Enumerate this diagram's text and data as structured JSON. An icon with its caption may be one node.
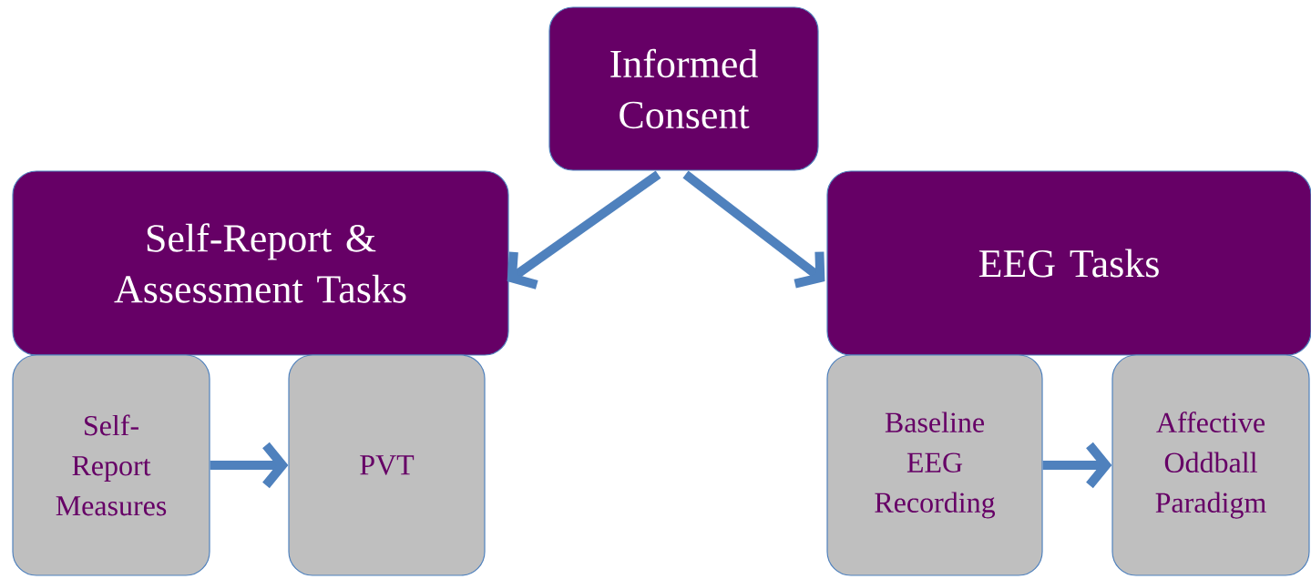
{
  "diagram": {
    "nodes": [
      {
        "text": [
          "Informed Consent"
        ]
      },
      {
        "text": [
          "Self-Report & Assessment Tasks"
        ]
      },
      {
        "text": [
          "EEG Tasks"
        ]
      },
      {
        "text": [
          "Self-Report Measures"
        ]
      },
      {
        "text": [
          "PVT"
        ]
      },
      {
        "text": [
          "Baseline EEG Recording"
        ]
      },
      {
        "text": [
          "Affective Oddball Paradigm"
        ]
      }
    ],
    "edges": [
      {
        "from": 0,
        "to": 1,
        "arrow": "to"
      },
      {
        "from": 0,
        "to": 2,
        "arrow": "to"
      },
      {
        "from": 3,
        "to": 4,
        "arrow": "to"
      },
      {
        "from": 5,
        "to": 6,
        "arrow": "to"
      }
    ]
  }
}
